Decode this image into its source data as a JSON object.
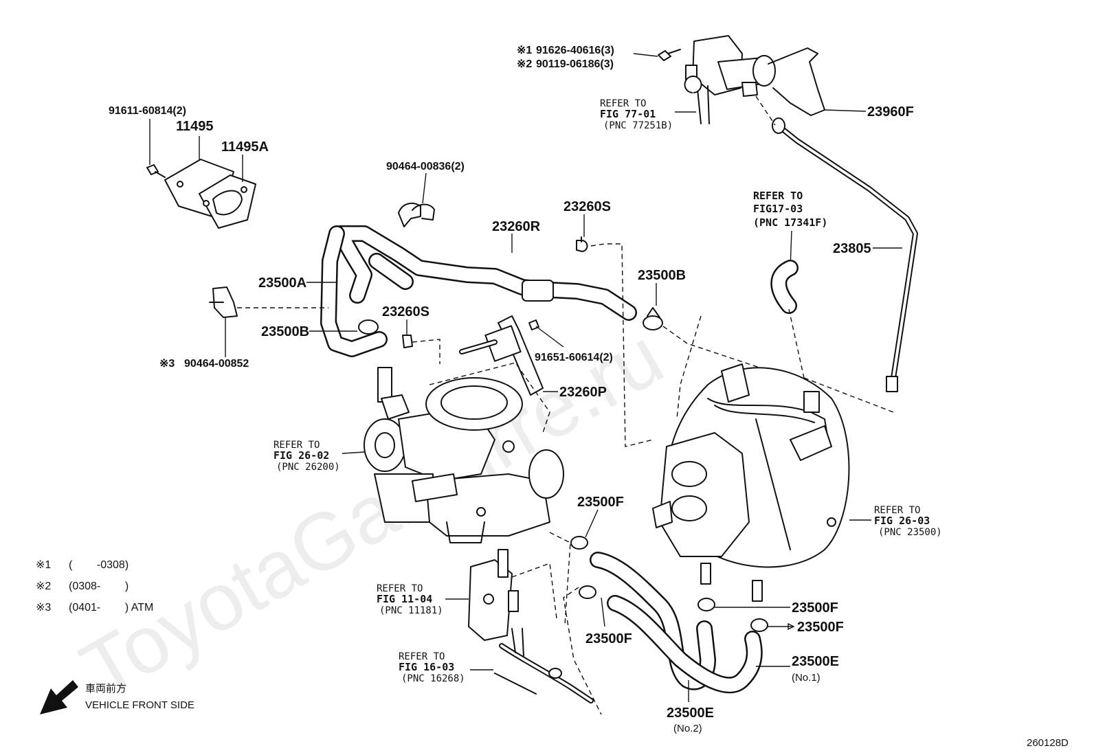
{
  "watermark": "ToyotaGarMirre.ru",
  "diagram_id": "260128D",
  "parts": {
    "p91626": "91626-40616(3)",
    "p90119": "90119-06186(3)",
    "mark1": "※1",
    "mark2": "※2",
    "mark3": "※3",
    "p91611": "91611-60814(2)",
    "p11495": "11495",
    "p11495A": "11495A",
    "p90464_836": "90464-00836(2)",
    "p23260R": "23260R",
    "p23260S_a": "23260S",
    "p23260S_b": "23260S",
    "p23500A": "23500A",
    "p23500B_a": "23500B",
    "p23500B_b": "23500B",
    "p90464_852": "90464-00852",
    "p91651": "91651-60614(2)",
    "p23260P": "23260P",
    "p23960F": "23960F",
    "p23805": "23805",
    "p23500F_a": "23500F",
    "p23500F_b": "23500F",
    "p23500F_c": "23500F",
    "p23500F_d": "23500F",
    "p23500E_1": "23500E",
    "p23500E_1_sub": "(No.1)",
    "p23500E_2": "23500E",
    "p23500E_2_sub": "(No.2)"
  },
  "refs": {
    "r7701": {
      "l1": "REFER TO",
      "l2": "FIG 77-01",
      "l3": "(PNC 77251B)"
    },
    "r1703": {
      "l1": "REFER TO",
      "l2": "FIG17-03",
      "l3": "(PNC 17341F)"
    },
    "r2602": {
      "l1": "REFER TO",
      "l2": "FIG 26-02",
      "l3": "(PNC 26200)"
    },
    "r2603": {
      "l1": "REFER TO",
      "l2": "FIG 26-03",
      "l3": "(PNC 23500)"
    },
    "r1104": {
      "l1": "REFER TO",
      "l2": "FIG 11-04",
      "l3": "(PNC 11181)"
    },
    "r1603": {
      "l1": "REFER TO",
      "l2": "FIG 16-03",
      "l3": "(PNC 16268)"
    }
  },
  "notes": {
    "n1_mark": "※1",
    "n1_text": "(        -0308)",
    "n2_mark": "※2",
    "n2_text": "(0308-        )",
    "n3_mark": "※3",
    "n3_text": "(0401-        ) ATM"
  },
  "front": {
    "jp": "車両前方",
    "en": "VEHICLE FRONT SIDE"
  }
}
